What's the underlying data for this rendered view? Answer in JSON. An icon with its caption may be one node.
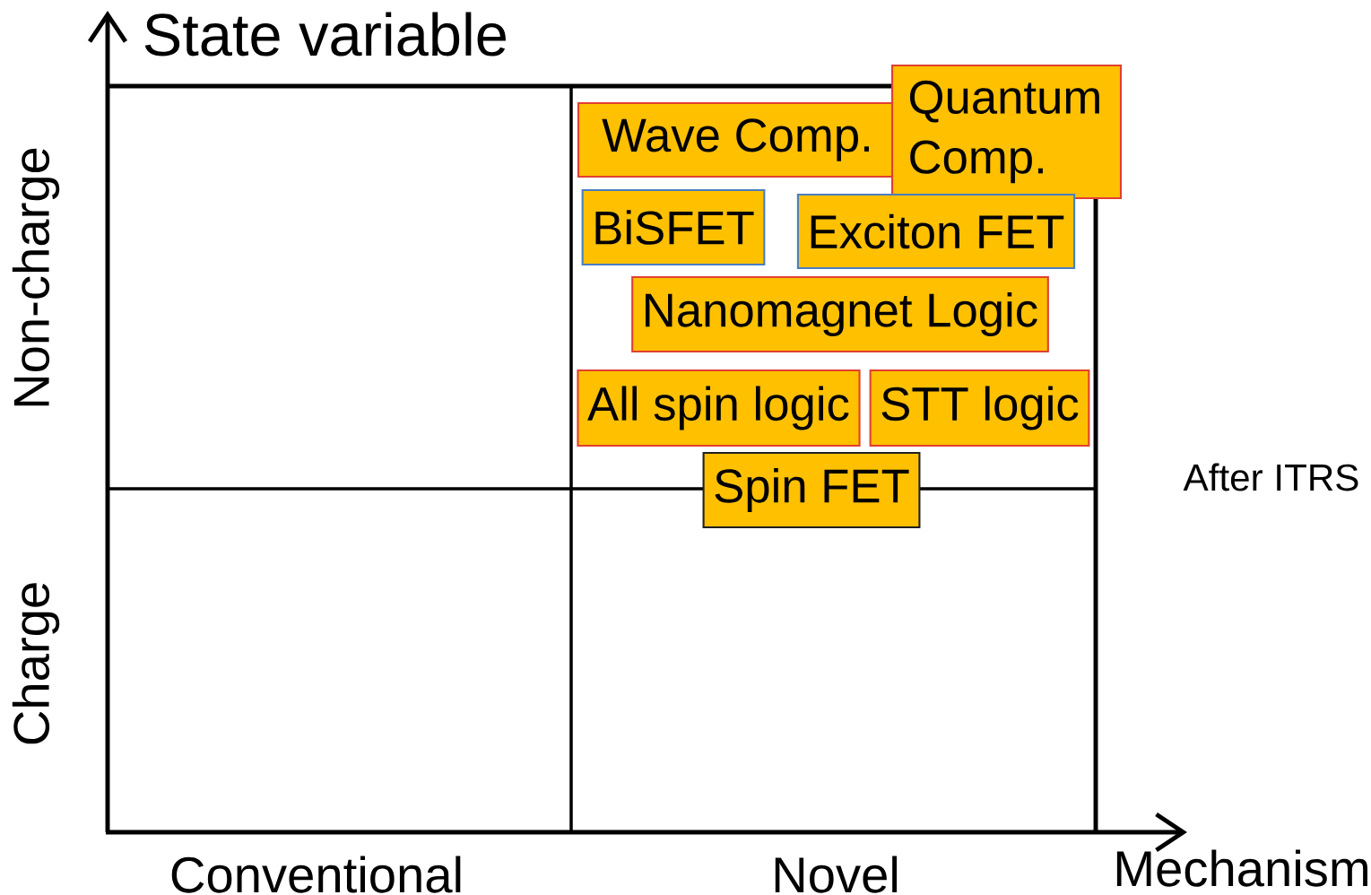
{
  "diagram": {
    "title": "State variable",
    "nodes": [
      {
        "text": [
          "Wave Comp."
        ]
      },
      {
        "text": [
          "Quantum Comp."
        ]
      },
      {
        "text": [
          "BiSFET"
        ]
      },
      {
        "text": [
          "Exciton FET"
        ]
      },
      {
        "text": [
          "Nanomagnet Logic"
        ]
      },
      {
        "text": [
          "All spin logic"
        ]
      },
      {
        "text": [
          "STT logic"
        ]
      },
      {
        "text": [
          "Spin FET"
        ]
      }
    ],
    "edges": [],
    "labels": [
      "Non-charge",
      "Charge",
      "Conventional",
      "Novel",
      "Mechanism",
      "After ITRS"
    ]
  }
}
